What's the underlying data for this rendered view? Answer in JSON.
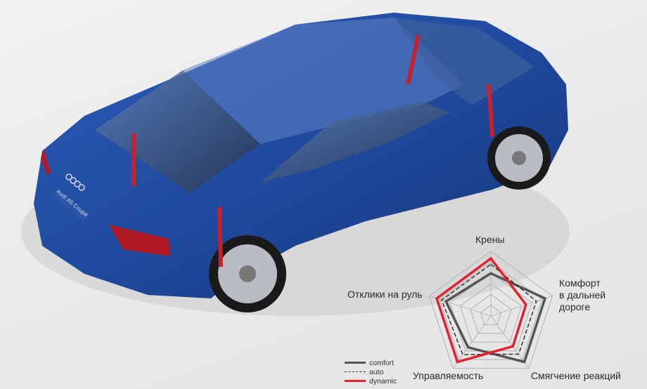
{
  "chart_data": {
    "type": "radar",
    "axes": [
      "Крены",
      "Комфорт в дальней дороге",
      "Смягчение реакций",
      "Управляемость",
      "Отклики на руль"
    ],
    "range": [
      0,
      1
    ],
    "grid_rings": 6,
    "series": [
      {
        "name": "comfort",
        "color": "#555555",
        "style": "solid-thick",
        "values": [
          0.66,
          0.88,
          0.88,
          0.6,
          0.73
        ]
      },
      {
        "name": "auto",
        "color": "#333333",
        "style": "dashed",
        "values": [
          0.8,
          0.74,
          0.73,
          0.74,
          0.8
        ]
      },
      {
        "name": "dynamic",
        "color": "#e3202e",
        "style": "solid-thick",
        "values": [
          0.89,
          0.57,
          0.58,
          0.88,
          0.88
        ]
      }
    ],
    "labels": {
      "top": "Крены",
      "right_lines": [
        "Комфорт",
        "в дальней",
        "дороге"
      ],
      "bottom_right": "Смягчение реакций",
      "bottom_left": "Управляемость",
      "left": "Отклики на руль"
    },
    "legend_position": "bottom-left"
  },
  "car": {
    "body_color": "#1f4a9e",
    "badge": "Audi A5 Coupé"
  }
}
